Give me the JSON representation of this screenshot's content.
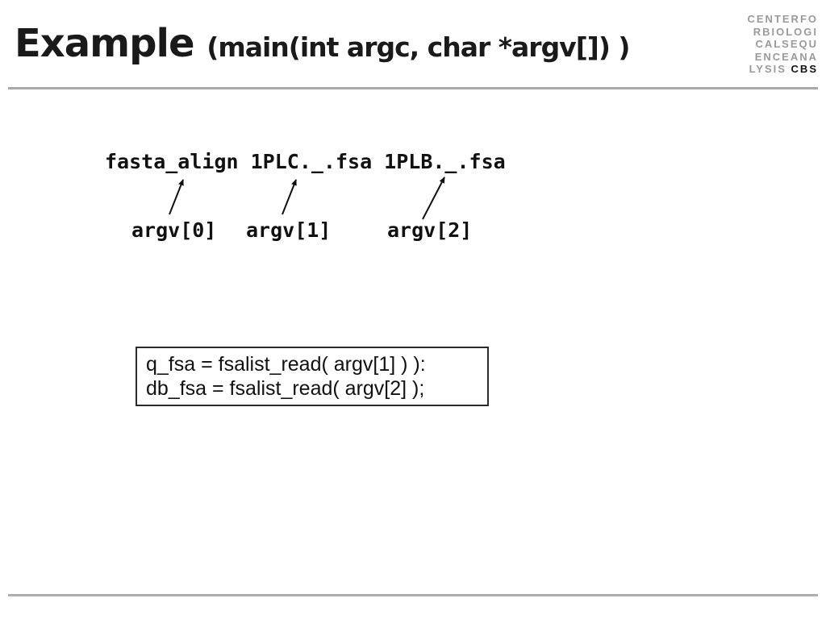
{
  "slide": {
    "title": {
      "main": "Example ",
      "sub": "(main(int argc, char *argv[]) )"
    },
    "logo": {
      "lines": [
        "CENTERFO",
        "RBIOLOGI",
        "CALSEQU",
        "ENCEANA"
      ],
      "last_line_gray": "LYSIS ",
      "last_line_black": "CBS"
    },
    "command_line": "fasta_align 1PLC._.fsa 1PLB._.fsa",
    "argv_labels": [
      "argv[0]",
      "argv[1]",
      "argv[2]"
    ],
    "code_box": {
      "lines": [
        "q_fsa = fsalist_read( argv[1] ) ):",
        "db_fsa = fsalist_read( argv[2] );"
      ]
    },
    "colors": {
      "logo_gray": "#9a9a9a",
      "logo_black": "#111111",
      "divider_gray": "#a9a9a9",
      "text_black": "#111111",
      "background": "#ffffff"
    }
  }
}
